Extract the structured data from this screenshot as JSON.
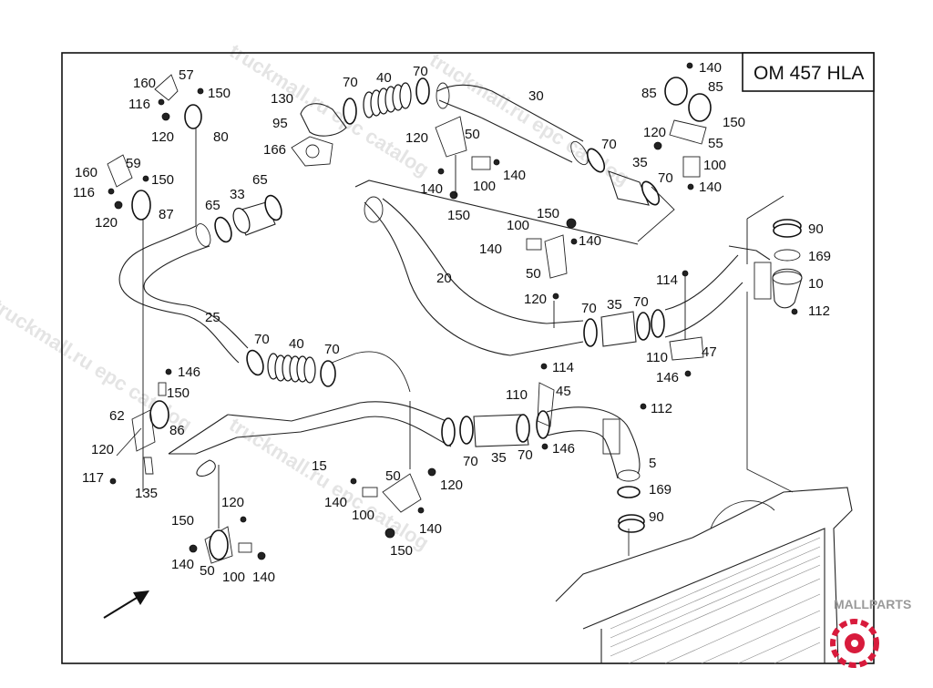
{
  "diagram": {
    "title": "OM 457 HLA",
    "parts": [
      {
        "id": "p160a",
        "label": "160"
      },
      {
        "id": "p57",
        "label": "57"
      },
      {
        "id": "p116a",
        "label": "116"
      },
      {
        "id": "p150a",
        "label": "150"
      },
      {
        "id": "p120a",
        "label": "120"
      },
      {
        "id": "p80",
        "label": "80"
      },
      {
        "id": "p160b",
        "label": "160"
      },
      {
        "id": "p59",
        "label": "59"
      },
      {
        "id": "p116b",
        "label": "116"
      },
      {
        "id": "p150b",
        "label": "150"
      },
      {
        "id": "p120b",
        "label": "120"
      },
      {
        "id": "p87",
        "label": "87"
      },
      {
        "id": "p65a",
        "label": "65"
      },
      {
        "id": "p33",
        "label": "33"
      },
      {
        "id": "p65b",
        "label": "65"
      },
      {
        "id": "p25",
        "label": "25"
      },
      {
        "id": "p70a",
        "label": "70"
      },
      {
        "id": "p40a",
        "label": "40"
      },
      {
        "id": "p70b",
        "label": "70"
      },
      {
        "id": "p146a",
        "label": "146"
      },
      {
        "id": "p150c",
        "label": "150"
      },
      {
        "id": "p62",
        "label": "62"
      },
      {
        "id": "p86",
        "label": "86"
      },
      {
        "id": "p120c",
        "label": "120"
      },
      {
        "id": "p117",
        "label": "117"
      },
      {
        "id": "p135",
        "label": "135"
      },
      {
        "id": "p15",
        "label": "15"
      },
      {
        "id": "p120d",
        "label": "120"
      },
      {
        "id": "p150d",
        "label": "150"
      },
      {
        "id": "p140a",
        "label": "140"
      },
      {
        "id": "p50a",
        "label": "50"
      },
      {
        "id": "p100a",
        "label": "100"
      },
      {
        "id": "p140b",
        "label": "140"
      },
      {
        "id": "p130",
        "label": "130"
      },
      {
        "id": "p95",
        "label": "95"
      },
      {
        "id": "p166",
        "label": "166"
      },
      {
        "id": "p70c",
        "label": "70"
      },
      {
        "id": "p40b",
        "label": "40"
      },
      {
        "id": "p70d",
        "label": "70"
      },
      {
        "id": "p30",
        "label": "30"
      },
      {
        "id": "p120e",
        "label": "120"
      },
      {
        "id": "p50b",
        "label": "50"
      },
      {
        "id": "p140c",
        "label": "140"
      },
      {
        "id": "p100b",
        "label": "100"
      },
      {
        "id": "p140d",
        "label": "140"
      },
      {
        "id": "p150e",
        "label": "150"
      },
      {
        "id": "p70e",
        "label": "70"
      },
      {
        "id": "p35a",
        "label": "35"
      },
      {
        "id": "p70f",
        "label": "70"
      },
      {
        "id": "p140e",
        "label": "140"
      },
      {
        "id": "p85a",
        "label": "85"
      },
      {
        "id": "p85b",
        "label": "85"
      },
      {
        "id": "p150f",
        "label": "150"
      },
      {
        "id": "p120f",
        "label": "120"
      },
      {
        "id": "p55",
        "label": "55"
      },
      {
        "id": "p100c",
        "label": "100"
      },
      {
        "id": "p140f",
        "label": "140"
      },
      {
        "id": "p100d",
        "label": "100"
      },
      {
        "id": "p150g",
        "label": "150"
      },
      {
        "id": "p140g",
        "label": "140"
      },
      {
        "id": "p140h",
        "label": "140"
      },
      {
        "id": "p50c",
        "label": "50"
      },
      {
        "id": "p120g",
        "label": "120"
      },
      {
        "id": "p20",
        "label": "20"
      },
      {
        "id": "p70g",
        "label": "70"
      },
      {
        "id": "p35b",
        "label": "35"
      },
      {
        "id": "p70h",
        "label": "70"
      },
      {
        "id": "p114a",
        "label": "114"
      },
      {
        "id": "p110a",
        "label": "110"
      },
      {
        "id": "p47",
        "label": "47"
      },
      {
        "id": "p146b",
        "label": "146"
      },
      {
        "id": "p90a",
        "label": "90"
      },
      {
        "id": "p169a",
        "label": "169"
      },
      {
        "id": "p10",
        "label": "10"
      },
      {
        "id": "p112a",
        "label": "112"
      },
      {
        "id": "p114b",
        "label": "114"
      },
      {
        "id": "p110b",
        "label": "110"
      },
      {
        "id": "p45",
        "label": "45"
      },
      {
        "id": "p112b",
        "label": "112"
      },
      {
        "id": "p70i",
        "label": "70"
      },
      {
        "id": "p35c",
        "label": "35"
      },
      {
        "id": "p70j",
        "label": "70"
      },
      {
        "id": "p146c",
        "label": "146"
      },
      {
        "id": "p5",
        "label": "5"
      },
      {
        "id": "p169b",
        "label": "169"
      },
      {
        "id": "p90b",
        "label": "90"
      },
      {
        "id": "p50d",
        "label": "50"
      },
      {
        "id": "p120h",
        "label": "120"
      },
      {
        "id": "p140i",
        "label": "140"
      },
      {
        "id": "p100e",
        "label": "100"
      },
      {
        "id": "p140j",
        "label": "140"
      },
      {
        "id": "p150h",
        "label": "150"
      }
    ]
  },
  "watermarks": [
    {
      "id": "w1",
      "text": "truckmall.ru epc catalog"
    },
    {
      "id": "w2",
      "text": "truckmall.ru epc catalog"
    },
    {
      "id": "w3",
      "text": "truckmall.ru epc catalog"
    },
    {
      "id": "w4",
      "text": "truckmall.ru epc catalog"
    }
  ],
  "brand": {
    "text": "MALLPARTS",
    "accent": "#d81b3c"
  },
  "colors": {
    "line": "#111111",
    "background": "#ffffff"
  },
  "icons": {
    "arrow": "direction-arrow-icon",
    "logo": "mallparts-logo-icon"
  }
}
